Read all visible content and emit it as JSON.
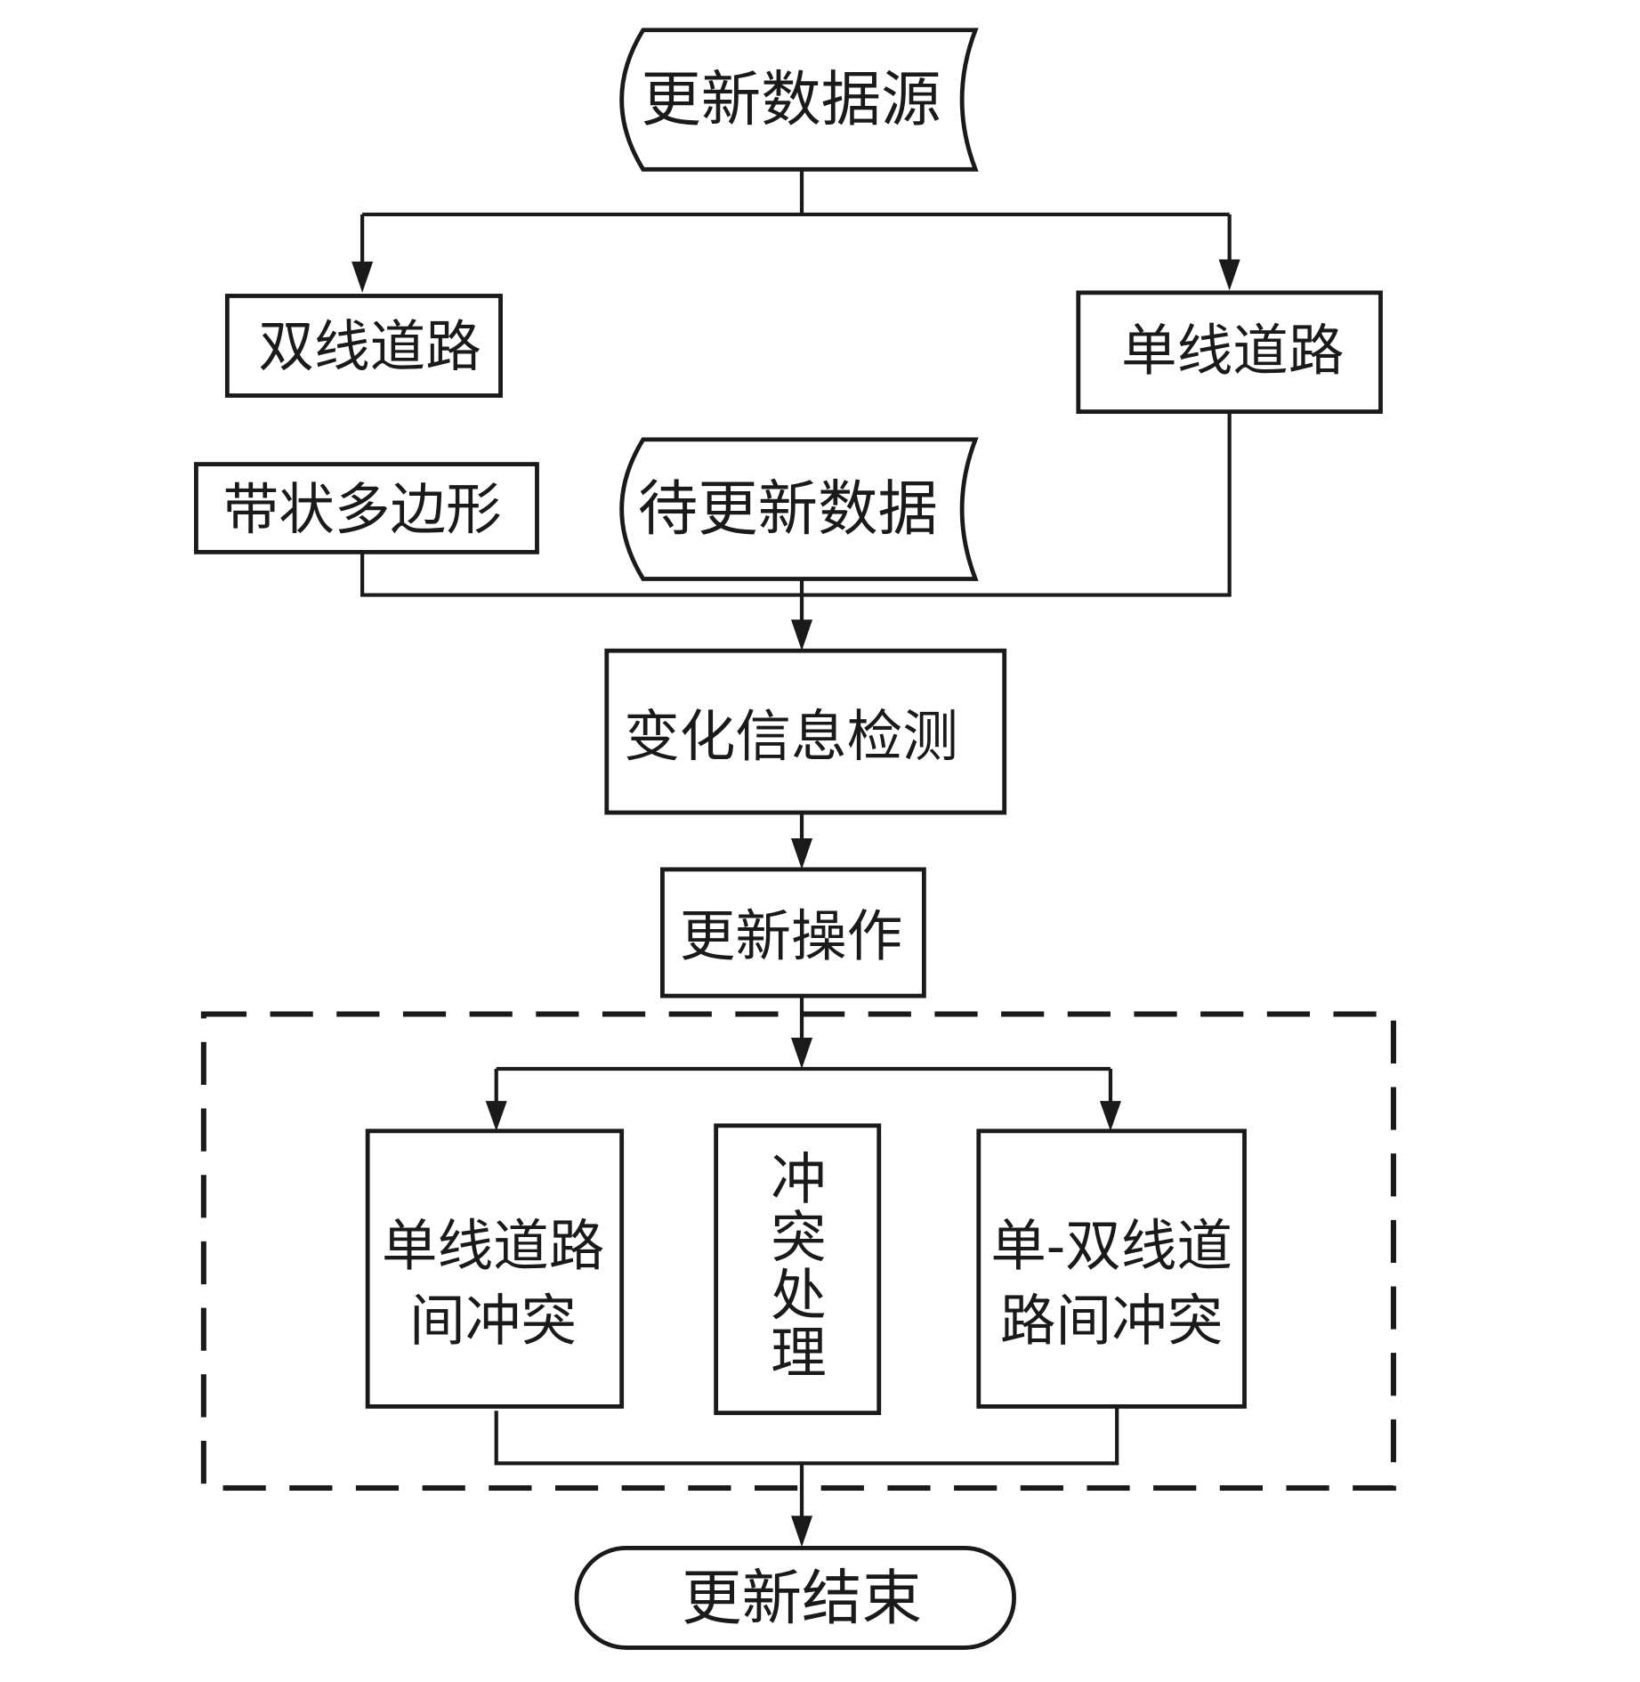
{
  "diagram": {
    "type": "flowchart",
    "colors": {
      "stroke": "#1a1a1a",
      "background": "#ffffff"
    },
    "nodes": {
      "update_source": {
        "label": "更新数据源",
        "shape": "stored-data"
      },
      "double_line_road": {
        "label": "双线道路",
        "shape": "process"
      },
      "single_line_road": {
        "label": "单线道路",
        "shape": "process"
      },
      "band_polygon": {
        "label": "带状多边形",
        "shape": "process"
      },
      "pending_data": {
        "label": "待更新数据",
        "shape": "stored-data"
      },
      "change_detection": {
        "label": "变化信息检测",
        "shape": "process"
      },
      "update_operation": {
        "label": "更新操作",
        "shape": "process"
      },
      "single_conflict": {
        "lines": [
          "单线道路",
          "间冲突"
        ],
        "shape": "process"
      },
      "conflict_handling": {
        "chars": [
          "冲",
          "突",
          "处",
          "理"
        ],
        "shape": "process"
      },
      "single_double_conflict": {
        "lines": [
          "单-双线道",
          "路间冲突"
        ],
        "shape": "process"
      },
      "update_end": {
        "label": "更新结束",
        "shape": "terminator"
      }
    },
    "group": {
      "name": "conflict-handling-group",
      "style": "dashed",
      "contains": [
        "single_conflict",
        "conflict_handling",
        "single_double_conflict"
      ]
    },
    "edges": [
      {
        "from": "update_source",
        "to": "double_line_road"
      },
      {
        "from": "update_source",
        "to": "single_line_road"
      },
      {
        "from": "band_polygon",
        "to": "change_detection"
      },
      {
        "from": "pending_data",
        "to": "change_detection"
      },
      {
        "from": "single_line_road",
        "to": "change_detection"
      },
      {
        "from": "change_detection",
        "to": "update_operation"
      },
      {
        "from": "update_operation",
        "to": "single_conflict"
      },
      {
        "from": "update_operation",
        "to": "single_double_conflict"
      },
      {
        "from": "single_conflict",
        "to": "update_end"
      },
      {
        "from": "single_double_conflict",
        "to": "update_end"
      }
    ]
  }
}
